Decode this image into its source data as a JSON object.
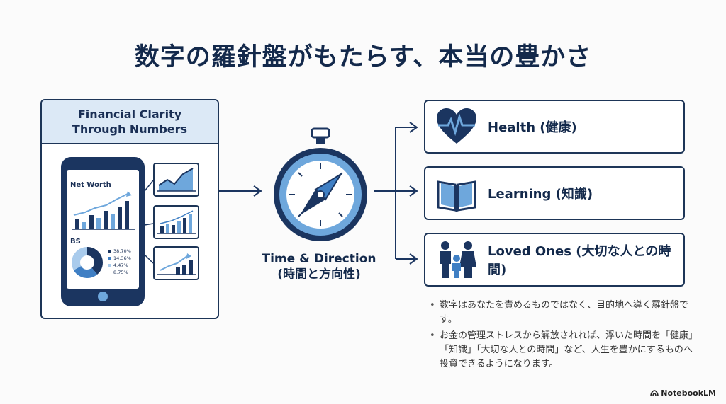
{
  "title": "数字の羅針盤がもたらす、本当の豊かさ",
  "panel": {
    "heading_line1": "Financial Clarity",
    "heading_line2": "Through Numbers",
    "net_worth_label": "Net Worth",
    "bs_label": "BS",
    "legend": [
      "38.70%",
      "14.36%",
      "4.47%",
      "8.75%"
    ]
  },
  "compass": {
    "caption_line1": "Time & Direction",
    "caption_line2": "(時間と方向性)"
  },
  "outcomes": [
    {
      "icon": "heart-pulse-icon",
      "label": "Health (健康)"
    },
    {
      "icon": "open-book-icon",
      "label": "Learning (知識)"
    },
    {
      "icon": "family-icon",
      "label": "Loved Ones (大切な人との時間)"
    }
  ],
  "bullets": [
    "数字はあなたを責めるものではなく、目的地へ導く羅針盤です。",
    "お金の管理ストレスから解放されれば、浮いた時間を「健康」「知識」「大切な人との時間」など、人生を豊かにするものへ投資できるようになります。"
  ],
  "brand": "NotebookLM",
  "colors": {
    "navy": "#1b3560",
    "accent": "#3f7fc4",
    "light": "#dce9f6"
  }
}
